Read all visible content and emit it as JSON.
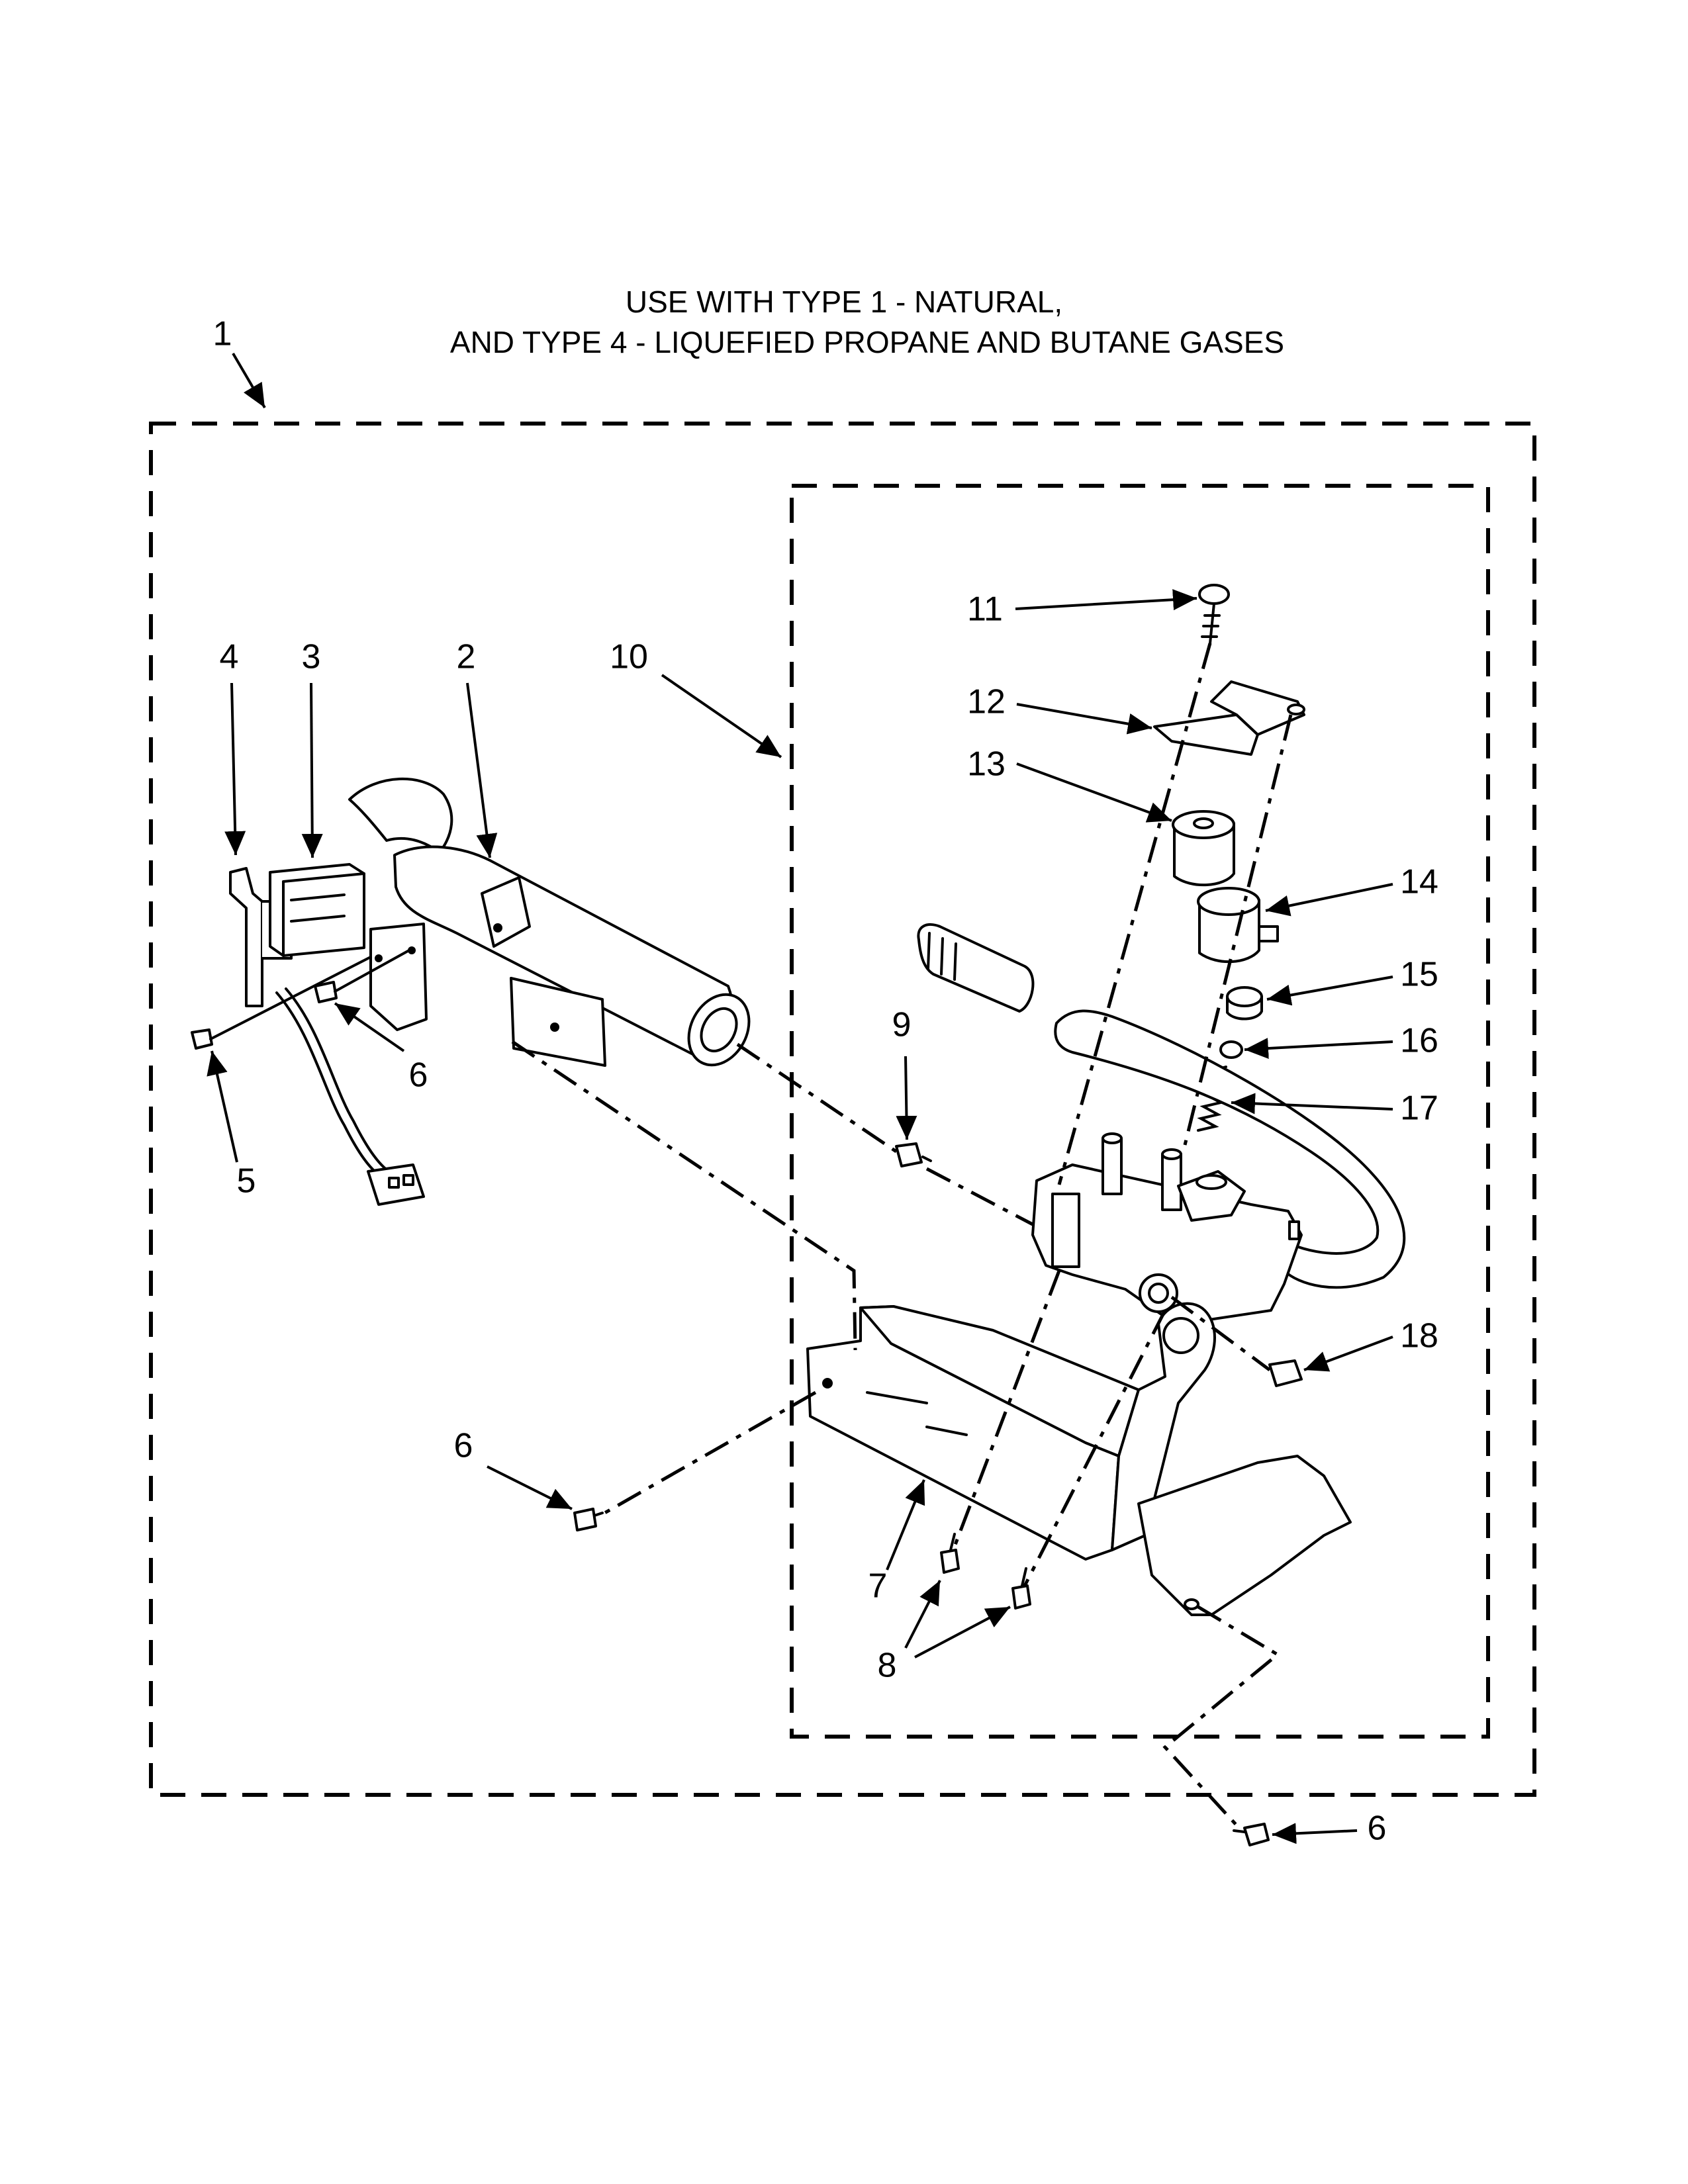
{
  "title": {
    "line1": "USE WITH TYPE 1 - NATURAL,",
    "line2": "AND TYPE 4 - LIQUEFIED PROPANE AND BUTANE GASES"
  },
  "callouts": {
    "c1": "1",
    "c2": "2",
    "c3": "3",
    "c4": "4",
    "c5": "5",
    "c6a": "6",
    "c6b": "6",
    "c6c": "6",
    "c7": "7",
    "c8": "8",
    "c9": "9",
    "c10": "10",
    "c11": "11",
    "c12": "12",
    "c13": "13",
    "c14": "14",
    "c15": "15",
    "c16": "16",
    "c17": "17",
    "c18": "18"
  }
}
